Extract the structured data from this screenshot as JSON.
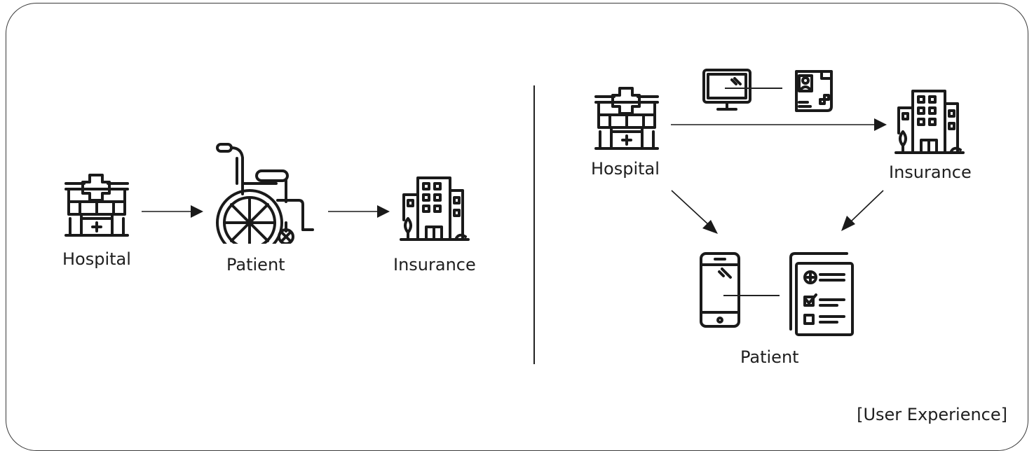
{
  "left_flow": {
    "hospital": "Hospital",
    "patient": "Patient",
    "insurance": "Insurance"
  },
  "right_flow": {
    "hospital": "Hospital",
    "insurance": "Insurance",
    "patient": "Patient"
  },
  "caption": "[User Experience]",
  "icons": [
    "hospital-icon",
    "wheelchair-icon",
    "insurance-building-icon",
    "monitor-icon",
    "medical-record-icon",
    "smartphone-icon",
    "checklist-document-icon"
  ]
}
